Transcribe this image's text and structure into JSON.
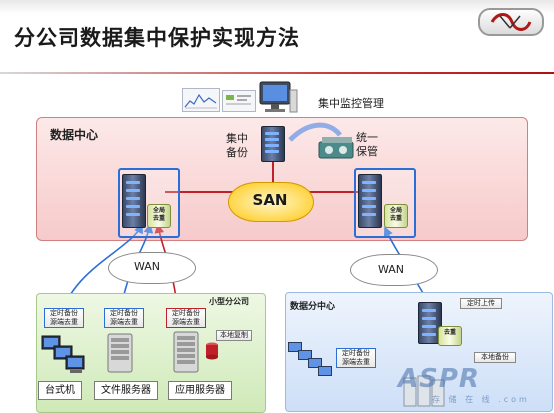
{
  "title": "分公司数据集中保护实现方法",
  "monitor_label": "集中监控管理",
  "datacenter": {
    "label": "数据中心",
    "central_backup": "集中\n备份",
    "unified_storage": "统一\n保管",
    "san": "SAN",
    "full_db": "全局\n去重"
  },
  "wan": [
    "WAN",
    "WAN"
  ],
  "small_branch": {
    "label": "小型分公司",
    "tags": [
      "定时备份\n源端去重",
      "定时备份\n源端去重",
      "定时备份\n源端去重"
    ],
    "local_copy": "本地复制",
    "devices": [
      "台式机",
      "文件服务器",
      "应用服务器"
    ]
  },
  "sub_center": {
    "label": "数据分中心",
    "tag": "定时备份\n源端去重",
    "db": "去重",
    "upload": "定时上传",
    "local_backup": "本地备份"
  },
  "watermark": "ASPR",
  "watermark_sub": "存 储 在 线 .com",
  "colors": {
    "accent": "#2b6fd6",
    "datacenter_bg": "#f6caca",
    "link_red": "#c0202a",
    "link_blue": "#2b6fd6"
  }
}
